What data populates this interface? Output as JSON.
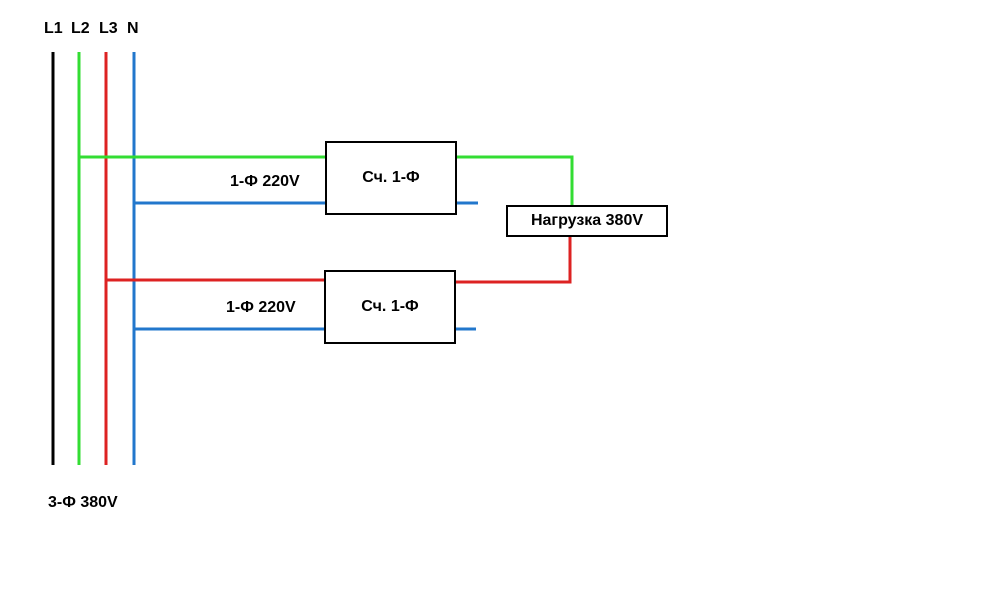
{
  "bus_labels": {
    "l1": "L1",
    "l2": "L2",
    "l3": "L3",
    "n": "N"
  },
  "supply_label": "3-Ф 380V",
  "meters": [
    {
      "label": "Сч. 1-Ф",
      "input_label": "1-Ф 220V"
    },
    {
      "label": "Сч. 1-Ф",
      "input_label": "1-Ф 220V"
    }
  ],
  "load": {
    "label": "Нагрузка 380V"
  },
  "colors": {
    "l1": "#000000",
    "l2": "#33dd33",
    "l3": "#dd2222",
    "n": "#2277cc"
  }
}
